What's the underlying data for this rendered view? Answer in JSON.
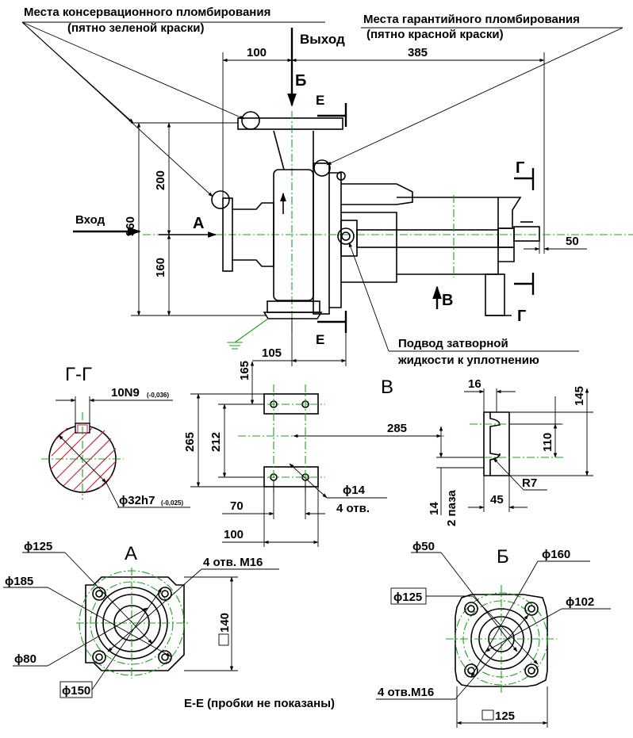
{
  "callouts": {
    "conservation_seal": "Места консервационного пломбирования",
    "conservation_seal_note": "(пятно зеленой краски)",
    "warranty_seal": "Места гарантийного пломбирования",
    "warranty_seal_note": "(пятно красной краски)",
    "sealing_fluid_1": "Подвод затворной",
    "sealing_fluid_2": "жидкости к уплотнению"
  },
  "flow": {
    "outlet": "Выход",
    "inlet": "Вход"
  },
  "view_labels": {
    "a": "А",
    "b": "Б",
    "v": "В",
    "g": "Г",
    "e": "Е",
    "section_gg": "Г-Г",
    "view_a": "А",
    "view_b": "Б",
    "view_v": "В",
    "section_ee": "Е-Е (пробки не показаны)"
  },
  "dims_main": {
    "d100": "100",
    "d385": "385",
    "d200": "200",
    "d360": "360",
    "d160": "160",
    "d105": "105",
    "d50": "50"
  },
  "section_gg": {
    "key": "10N9",
    "key_tol": "(-0,036)",
    "shaft": "ϕ32h7",
    "shaft_tol": "(-0,025)"
  },
  "base": {
    "d165": "165",
    "d265": "265",
    "d212": "212",
    "d285": "285",
    "d70": "70",
    "d100": "100",
    "hole": "ϕ14",
    "holes": "4 отв."
  },
  "view_v": {
    "d16": "16",
    "d145": "145",
    "d110": "110",
    "r7": "R7",
    "d14": "14",
    "grooves": "2 паза",
    "d45": "45"
  },
  "view_a": {
    "d125": "ϕ125",
    "d185": "ϕ185",
    "d80": "ϕ80",
    "d150": "ϕ150",
    "holes": "4 отв. М16",
    "d140": "140"
  },
  "view_b": {
    "d50": "ϕ50",
    "d160": "ϕ160",
    "d125": "ϕ125",
    "d102": "ϕ102",
    "holes": "4 отв.М16",
    "d125sq": "125"
  },
  "colors": {
    "line": "#000000",
    "centerline": "#1aa31a",
    "hatch": "#c8283c",
    "background": "#ffffff"
  }
}
